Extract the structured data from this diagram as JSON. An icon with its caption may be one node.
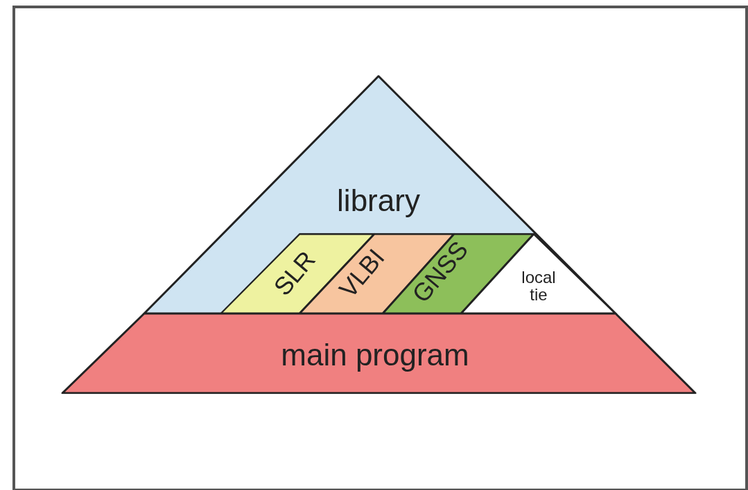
{
  "diagram": {
    "nodes": [
      {
        "text": [
          "library"
        ]
      },
      {
        "text": [
          "SLR"
        ],
        "in": 0
      },
      {
        "text": [
          "VLBI"
        ],
        "in": 0
      },
      {
        "text": [
          "GNSS"
        ],
        "in": 0
      },
      {
        "text": [
          "local tie"
        ],
        "in": 0
      },
      {
        "text": [
          "main program"
        ]
      }
    ],
    "edges": []
  }
}
